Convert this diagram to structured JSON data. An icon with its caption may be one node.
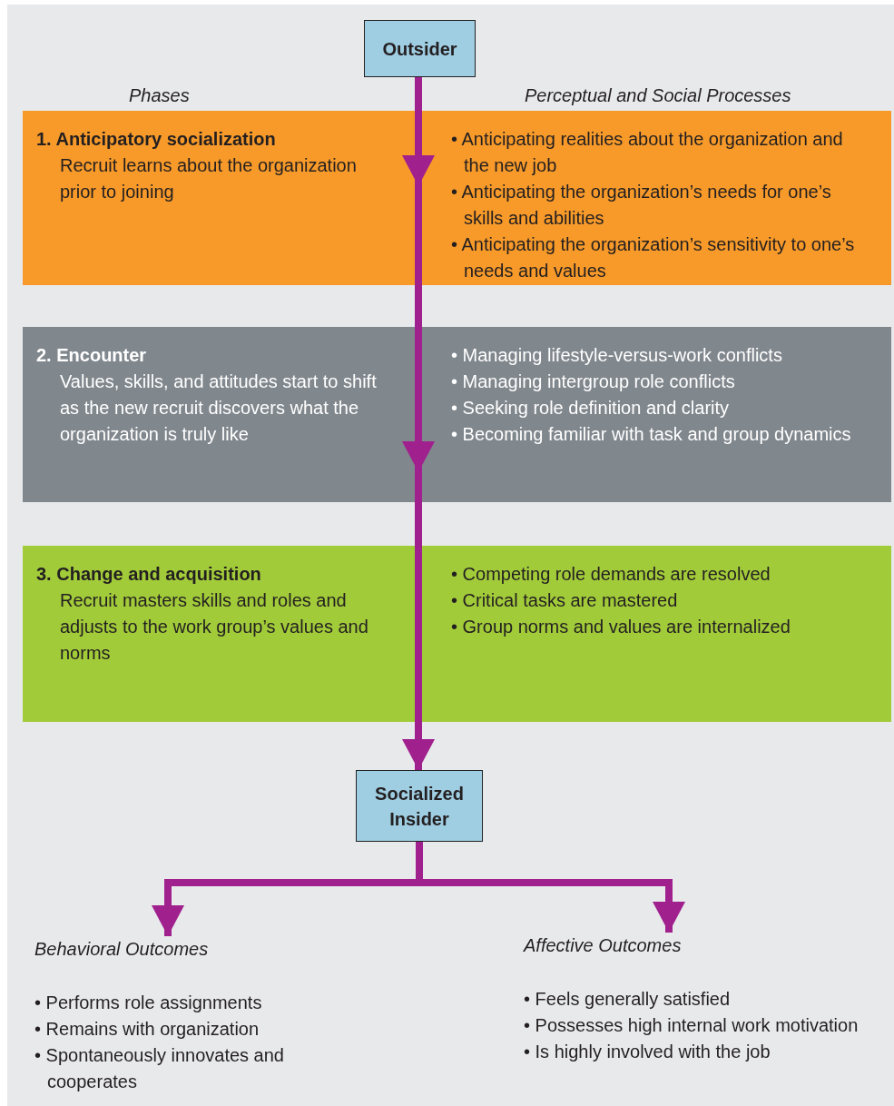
{
  "diagram": {
    "nodes": [
      {
        "text": [
          "Outsider"
        ]
      },
      {
        "text": [
          "1. Anticipatory socialization",
          "Recruit learns about the organization prior to joining",
          "• Anticipating realities about the organization and the new job",
          "• Anticipating the organization’s needs for one’s skills and abilities",
          "• Anticipating the organization’s sensitivity to one’s needs and values"
        ]
      },
      {
        "text": [
          "2. Encounter",
          "Values, skills, and attitudes start to shift as the new recruit discovers what the organization is truly like",
          "• Managing lifestyle-versus-work conflicts",
          "• Managing intergroup role conflicts",
          "• Seeking role definition and clarity",
          "• Becoming familiar with task and group dynamics"
        ]
      },
      {
        "text": [
          "3. Change and acquisition",
          "Recruit masters skills and roles and adjusts to the work group’s values and norms",
          "• Competing role demands are resolved",
          "• Critical tasks are mastered",
          "• Group norms and values are internalized"
        ]
      },
      {
        "text": [
          "Socialized Insider"
        ]
      },
      {
        "text": [
          "Behavioral Outcomes",
          "• Performs role assignments",
          "• Remains with organization",
          "• Spontaneously innovates and cooperates"
        ]
      },
      {
        "text": [
          "Affective Outcomes",
          "• Feels generally satisfied",
          "• Possesses high internal work motivation",
          "• Is highly involved with the job"
        ]
      }
    ],
    "edges": [
      {
        "from": 0,
        "to": 1,
        "arrow": "to"
      },
      {
        "from": 1,
        "to": 2,
        "arrow": "to"
      },
      {
        "from": 2,
        "to": 3,
        "arrow": "none"
      },
      {
        "from": 3,
        "to": 4,
        "arrow": "to"
      },
      {
        "from": 4,
        "to": 5,
        "arrow": "to"
      },
      {
        "from": 4,
        "to": 6,
        "arrow": "to"
      }
    ],
    "labels": [
      "Phases",
      "Perceptual and Social Processes"
    ]
  }
}
